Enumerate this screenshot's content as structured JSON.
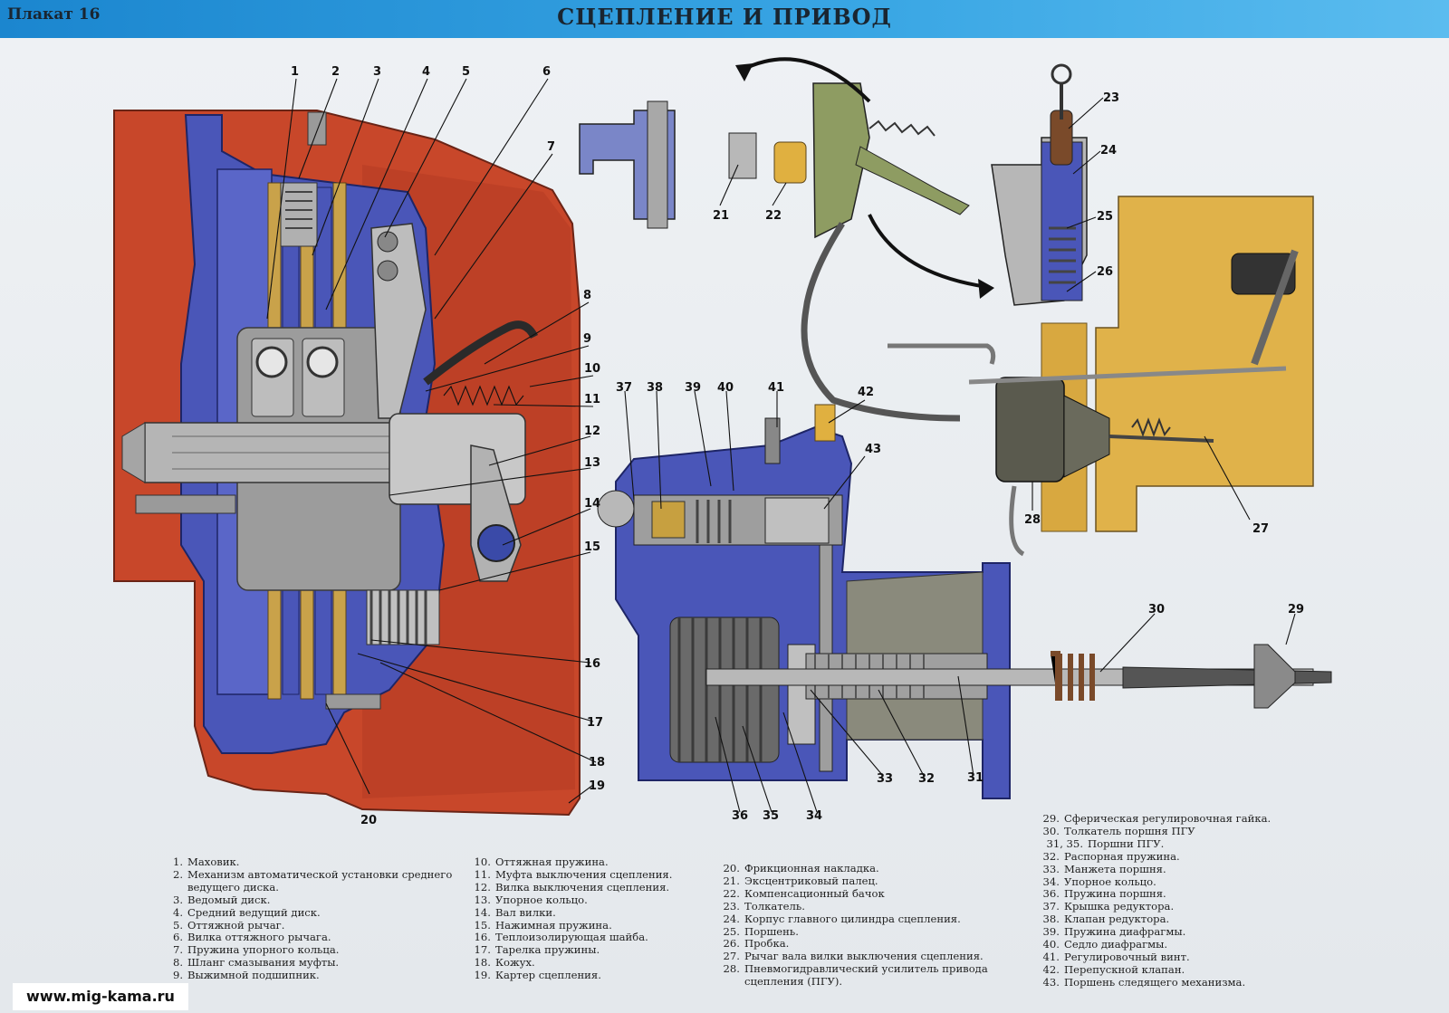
{
  "header": {
    "plakat": "Плакат 16",
    "title": "СЦЕПЛЕНИЕ И ПРИВОД"
  },
  "colors": {
    "housing": "#c8472a",
    "cast_blue": "#4a56b8",
    "steel": "#a8a8a8",
    "brass": "#e0b040",
    "background": "#e9edf1"
  },
  "callouts": [
    "1",
    "2",
    "3",
    "4",
    "5",
    "6",
    "7",
    "8",
    "9",
    "10",
    "11",
    "12",
    "13",
    "14",
    "15",
    "16",
    "17",
    "18",
    "19",
    "20",
    "21",
    "22",
    "23",
    "24",
    "25",
    "26",
    "27",
    "28",
    "29",
    "30",
    "31",
    "32",
    "33",
    "34",
    "35",
    "36",
    "37",
    "38",
    "39",
    "40",
    "41",
    "42",
    "43"
  ],
  "legend": {
    "col1": [
      {
        "n": "1.",
        "t": "Маховик."
      },
      {
        "n": "2.",
        "t": "Механизм автоматической установки среднего",
        "c": "ведущего диска."
      },
      {
        "n": "3.",
        "t": "Ведомый диск."
      },
      {
        "n": "4.",
        "t": "Средний ведущий диск."
      },
      {
        "n": "5.",
        "t": "Оттяжной рычаг."
      },
      {
        "n": "6.",
        "t": "Вилка оттяжного рычага."
      },
      {
        "n": "7.",
        "t": "Пружина упорного кольца."
      },
      {
        "n": "8.",
        "t": "Шланг смазывания муфты."
      },
      {
        "n": "9.",
        "t": "Выжимной подшипник."
      }
    ],
    "col2": [
      {
        "n": "10.",
        "t": "Оттяжная пружина."
      },
      {
        "n": "11.",
        "t": "Муфта выключения сцепления."
      },
      {
        "n": "12.",
        "t": "Вилка выключения сцепления."
      },
      {
        "n": "13.",
        "t": "Упорное кольцо."
      },
      {
        "n": "14.",
        "t": "Вал вилки."
      },
      {
        "n": "15.",
        "t": "Нажимная пружина."
      },
      {
        "n": "16.",
        "t": "Теплоизолирующая шайба."
      },
      {
        "n": "17.",
        "t": "Тарелка пружины."
      },
      {
        "n": "18.",
        "t": "Кожух."
      },
      {
        "n": "19.",
        "t": "Картер сцепления."
      }
    ],
    "col3": [
      {
        "n": "20.",
        "t": "Фрикционная накладка."
      },
      {
        "n": "21.",
        "t": "Эксцентриковый палец."
      },
      {
        "n": "22.",
        "t": "Компенсационный бачок"
      },
      {
        "n": "23.",
        "t": "Толкатель."
      },
      {
        "n": "24.",
        "t": "Корпус главного цилиндра сцепления."
      },
      {
        "n": "25.",
        "t": "Поршень."
      },
      {
        "n": "26.",
        "t": "Пробка."
      },
      {
        "n": "27.",
        "t": "Рычаг вала вилки выключения сцепления."
      },
      {
        "n": "28.",
        "t": "Пневмогидравлический усилитель привода",
        "c": "сцепления (ПГУ)."
      }
    ],
    "col4": [
      {
        "n": "29.",
        "t": "Сферическая регулировочная гайка."
      },
      {
        "n": "30.",
        "t": "Толкатель поршня ПГУ"
      },
      {
        "n": "31, 35.",
        "t": "Поршни ПГУ."
      },
      {
        "n": "32.",
        "t": "Распорная пружина."
      },
      {
        "n": "33.",
        "t": "Манжета поршня."
      },
      {
        "n": "34.",
        "t": "Упорное кольцо."
      },
      {
        "n": "36.",
        "t": "Пружина поршня."
      },
      {
        "n": "37.",
        "t": "Крышка редуктора."
      },
      {
        "n": "38.",
        "t": "Клапан редуктора."
      },
      {
        "n": "39.",
        "t": "Пружина диафрагмы."
      },
      {
        "n": "40.",
        "t": "Седло диафрагмы."
      },
      {
        "n": "41.",
        "t": "Регулировочный винт."
      },
      {
        "n": "42.",
        "t": "Перепускной клапан."
      },
      {
        "n": "43.",
        "t": "Поршень следящего механизма."
      }
    ]
  },
  "footer": {
    "website": "www.mig-kama.ru"
  }
}
